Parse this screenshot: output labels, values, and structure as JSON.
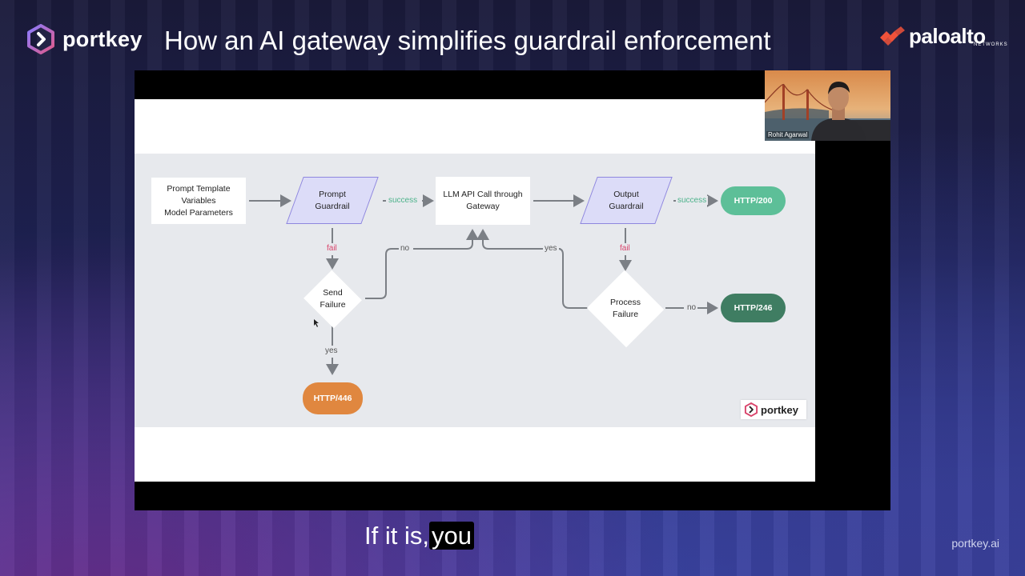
{
  "header": {
    "logo_text": "portkey",
    "title": "How an AI gateway simplifies guardrail enforcement",
    "partner_logo_text": "paloalto",
    "partner_logo_sub": "NETWORKS"
  },
  "webcam": {
    "speaker_name": "Rohit Agarwal"
  },
  "diagram": {
    "input_box": [
      "Prompt Template",
      "Variables",
      "Model Parameters"
    ],
    "prompt_guardrail": [
      "Prompt",
      "Guardrail"
    ],
    "llm_call": [
      "LLM API Call through",
      "Gateway"
    ],
    "output_guardrail": [
      "Output",
      "Guardrail"
    ],
    "send_failure": [
      "Send",
      "Failure"
    ],
    "process_failure": [
      "Process",
      "Failure"
    ],
    "http_200": "HTTP/200",
    "http_246": "HTTP/246",
    "http_446": "HTTP/446",
    "labels": {
      "success_1": "success",
      "success_2": "success",
      "fail_1": "fail",
      "fail_2": "fail",
      "no_1": "no",
      "no_2": "no",
      "yes_1": "yes",
      "yes_2": "yes"
    },
    "corner_logo_text": "portkey",
    "colors": {
      "guardrail_fill": "#dcdcf8",
      "guardrail_border": "#8e86de",
      "http_200": "#5dbf98",
      "http_246": "#3f7d62",
      "http_446": "#e0873f",
      "success": "#4cb28a",
      "fail": "#d9446b"
    }
  },
  "caption": {
    "text_plain": "If it is,",
    "text_highlight": "you"
  },
  "footer": {
    "url": "portkey.ai"
  }
}
